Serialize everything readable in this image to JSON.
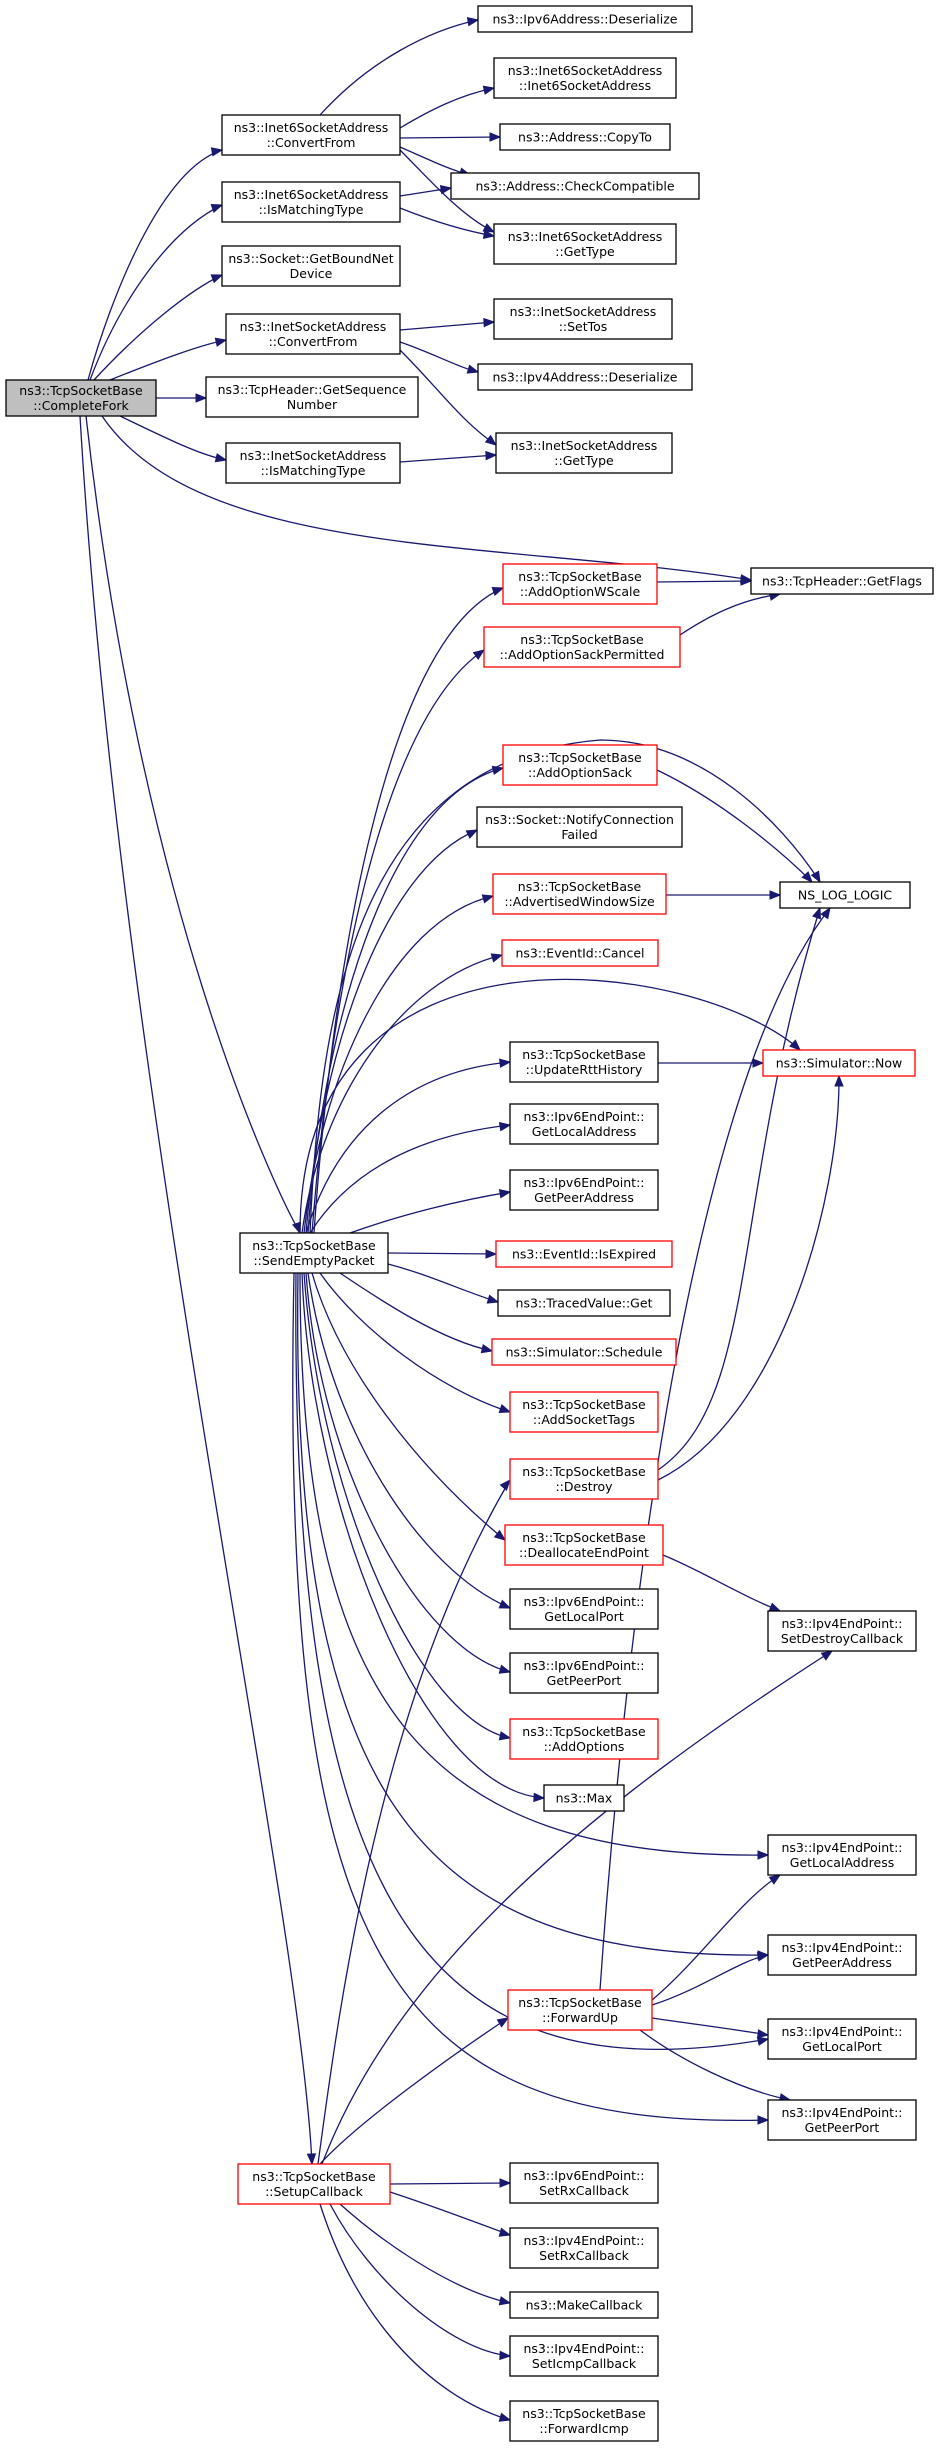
{
  "diagram": {
    "colors": {
      "edge": "#191970",
      "box_border": "#000000",
      "box_border_truncated": "#ff0000",
      "root_fill": "#bfbfbf"
    },
    "nodes": {
      "complete_fork": [
        "ns3::TcpSocketBase",
        "::CompleteFork"
      ],
      "ipv6_deserialize": [
        "ns3::Ipv6Address::Deserialize"
      ],
      "inet6_convert_from": [
        "ns3::Inet6SocketAddress",
        "::ConvertFrom"
      ],
      "inet6_ctor": [
        "ns3::Inet6SocketAddress",
        "::Inet6SocketAddress"
      ],
      "address_copy_to": [
        "ns3::Address::CopyTo"
      ],
      "address_check_compatible": [
        "ns3::Address::CheckCompatible"
      ],
      "inet6_is_matching_type": [
        "ns3::Inet6SocketAddress",
        "::IsMatchingType"
      ],
      "inet6_get_type": [
        "ns3::Inet6SocketAddress",
        "::GetType"
      ],
      "socket_get_bound_net_device": [
        "ns3::Socket::GetBoundNet",
        "Device"
      ],
      "inet_convert_from": [
        "ns3::InetSocketAddress",
        "::ConvertFrom"
      ],
      "inet_set_tos": [
        "ns3::InetSocketAddress",
        "::SetTos"
      ],
      "ipv4_deserialize": [
        "ns3::Ipv4Address::Deserialize"
      ],
      "tcp_header_get_sequence_number": [
        "ns3::TcpHeader::GetSequence",
        "Number"
      ],
      "inet_is_matching_type": [
        "ns3::InetSocketAddress",
        "::IsMatchingType"
      ],
      "inet_get_type": [
        "ns3::InetSocketAddress",
        "::GetType"
      ],
      "add_option_wscale": [
        "ns3::TcpSocketBase",
        "::AddOptionWScale"
      ],
      "tcp_header_get_flags": [
        "ns3::TcpHeader::GetFlags"
      ],
      "add_option_sack_permitted": [
        "ns3::TcpSocketBase",
        "::AddOptionSackPermitted"
      ],
      "add_option_sack": [
        "ns3::TcpSocketBase",
        "::AddOptionSack"
      ],
      "socket_notify_connection_failed": [
        "ns3::Socket::NotifyConnection",
        "Failed"
      ],
      "advertised_window_size": [
        "ns3::TcpSocketBase",
        "::AdvertisedWindowSize"
      ],
      "ns_log_logic": [
        "NS_LOG_LOGIC"
      ],
      "event_id_cancel": [
        "ns3::EventId::Cancel"
      ],
      "update_rtt_history": [
        "ns3::TcpSocketBase",
        "::UpdateRttHistory"
      ],
      "simulator_now": [
        "ns3::Simulator::Now"
      ],
      "ipv6_endpoint_get_local_address": [
        "ns3::Ipv6EndPoint::",
        "GetLocalAddress"
      ],
      "ipv6_endpoint_get_peer_address": [
        "ns3::Ipv6EndPoint::",
        "GetPeerAddress"
      ],
      "send_empty_packet": [
        "ns3::TcpSocketBase",
        "::SendEmptyPacket"
      ],
      "event_id_is_expired": [
        "ns3::EventId::IsExpired"
      ],
      "traced_value_get": [
        "ns3::TracedValue::Get"
      ],
      "simulator_schedule": [
        "ns3::Simulator::Schedule"
      ],
      "add_socket_tags": [
        "ns3::TcpSocketBase",
        "::AddSocketTags"
      ],
      "destroy": [
        "ns3::TcpSocketBase",
        "::Destroy"
      ],
      "deallocate_endpoint": [
        "ns3::TcpSocketBase",
        "::DeallocateEndPoint"
      ],
      "ipv4_endpoint_set_destroy_callback": [
        "ns3::Ipv4EndPoint::",
        "SetDestroyCallback"
      ],
      "ipv6_endpoint_get_local_port": [
        "ns3::Ipv6EndPoint::",
        "GetLocalPort"
      ],
      "ipv6_endpoint_get_peer_port": [
        "ns3::Ipv6EndPoint::",
        "GetPeerPort"
      ],
      "add_options": [
        "ns3::TcpSocketBase",
        "::AddOptions"
      ],
      "max": [
        "ns3::Max"
      ],
      "ipv4_endpoint_get_local_address": [
        "ns3::Ipv4EndPoint::",
        "GetLocalAddress"
      ],
      "ipv4_endpoint_get_peer_address": [
        "ns3::Ipv4EndPoint::",
        "GetPeerAddress"
      ],
      "forward_up": [
        "ns3::TcpSocketBase",
        "::ForwardUp"
      ],
      "ipv4_endpoint_get_local_port": [
        "ns3::Ipv4EndPoint::",
        "GetLocalPort"
      ],
      "ipv4_endpoint_get_peer_port": [
        "ns3::Ipv4EndPoint::",
        "GetPeerPort"
      ],
      "setup_callback": [
        "ns3::TcpSocketBase",
        "::SetupCallback"
      ],
      "ipv6_endpoint_set_rx_callback": [
        "ns3::Ipv6EndPoint::",
        "SetRxCallback"
      ],
      "ipv4_endpoint_set_rx_callback": [
        "ns3::Ipv4EndPoint::",
        "SetRxCallback"
      ],
      "make_callback": [
        "ns3::MakeCallback"
      ],
      "ipv4_endpoint_set_icmp_callback": [
        "ns3::Ipv4EndPoint::",
        "SetIcmpCallback"
      ],
      "forward_icmp": [
        "ns3::TcpSocketBase",
        "::ForwardIcmp"
      ]
    }
  }
}
